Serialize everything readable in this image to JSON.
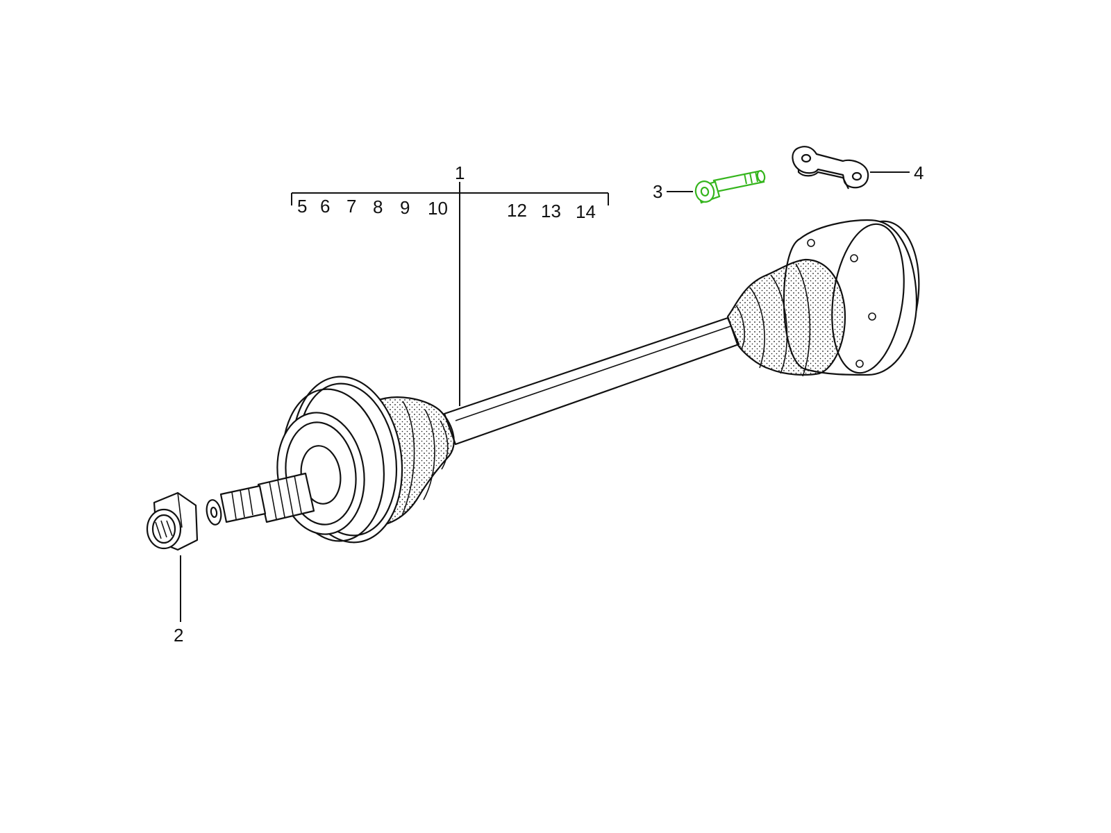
{
  "diagram": {
    "subject": "drive-shaft-assembly",
    "highlight_color": "#35b51d",
    "line_color": "#111111",
    "callouts": {
      "c1": "1",
      "c2": "2",
      "c3": "3",
      "c4": "4",
      "c5": "5",
      "c6": "6",
      "c7": "7",
      "c8": "8",
      "c9": "9",
      "c10": "10",
      "c12": "12",
      "c13": "13",
      "c14": "14"
    }
  }
}
